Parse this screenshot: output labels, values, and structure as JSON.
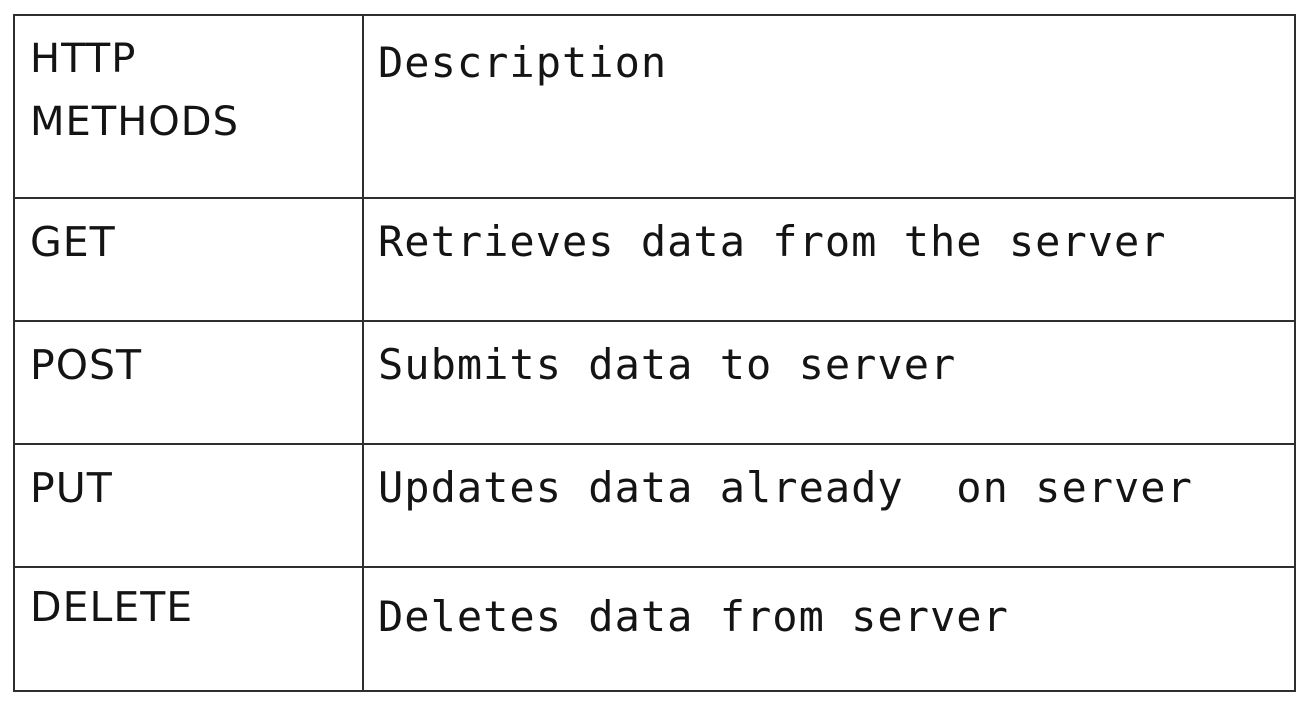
{
  "table": {
    "header": {
      "method_line1": "HTTP",
      "method_line2": "METHODS",
      "description": "Description"
    },
    "rows": [
      {
        "method": "GET",
        "description": "Retrieves data from the server"
      },
      {
        "method": "POST",
        "description": "Submits data to server"
      },
      {
        "method": "PUT",
        "description": "Updates data already  on server"
      },
      {
        "method": "DELETE",
        "description": "Deletes data from server"
      }
    ]
  }
}
